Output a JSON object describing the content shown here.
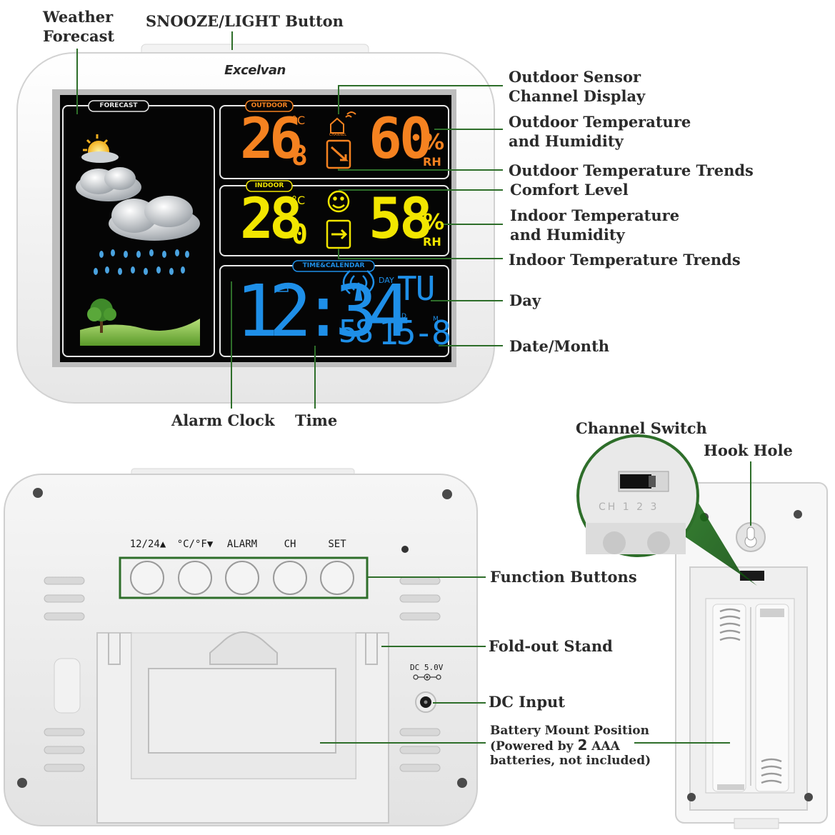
{
  "brand": "Excelvan",
  "screen": {
    "forecast_label": "FORECAST",
    "outdoor_label": "OUTDOOR",
    "indoor_label": "INDOOR",
    "time_label": "TIME&CALENDAR",
    "outdoor_temp_int": "26",
    "outdoor_temp_dec": "8",
    "outdoor_humidity": "60",
    "indoor_temp_int": "28",
    "indoor_temp_dec": "0",
    "indoor_humidity": "58",
    "celsius": "°C",
    "percent": "%",
    "rh": "RH",
    "channel": "CHANNEL",
    "time_hm": "12:34",
    "time_sec": "58",
    "day_prefix": "DAY",
    "day": "TU",
    "date": "15-8",
    "d_marker": "D",
    "m_marker": "M"
  },
  "back": {
    "buttons": [
      "12/24▲",
      "°C/°F▼",
      "ALARM",
      "CH",
      "SET"
    ],
    "dc_label": "DC 5.0V",
    "channel_text": "CH 1 2 3"
  },
  "callouts": {
    "weather_forecast_1": "Weather",
    "weather_forecast_2": "Forecast",
    "snooze": "SNOOZE/LIGHT Button",
    "outdoor_channel_1": "Outdoor Sensor",
    "outdoor_channel_2": "Channel Display",
    "outdoor_th_1": "Outdoor Temperature",
    "outdoor_th_2": "and Humidity",
    "outdoor_trends": "Outdoor Temperature Trends",
    "comfort": "Comfort Level",
    "indoor_th_1": "Indoor Temperature",
    "indoor_th_2": "and Humidity",
    "indoor_trends": "Indoor Temperature Trends",
    "day": "Day",
    "date_month": "Date/Month",
    "alarm_clock": "Alarm Clock",
    "time": "Time",
    "channel_switch": "Channel Switch",
    "hook_hole": "Hook Hole",
    "function_buttons": "Function Buttons",
    "foldout_stand": "Fold-out Stand",
    "dc_input": "DC Input",
    "battery_1": "Battery Mount Position",
    "battery_2a": "(Powered by",
    "battery_2b": "2",
    "battery_2c": "AAA",
    "battery_3": "batteries, not included)"
  },
  "colors": {
    "leader": "#2e6e2a",
    "outdoor": "#f58220",
    "indoor": "#f2e600",
    "time": "#1e8fe8",
    "lcd_bg": "#050505"
  }
}
